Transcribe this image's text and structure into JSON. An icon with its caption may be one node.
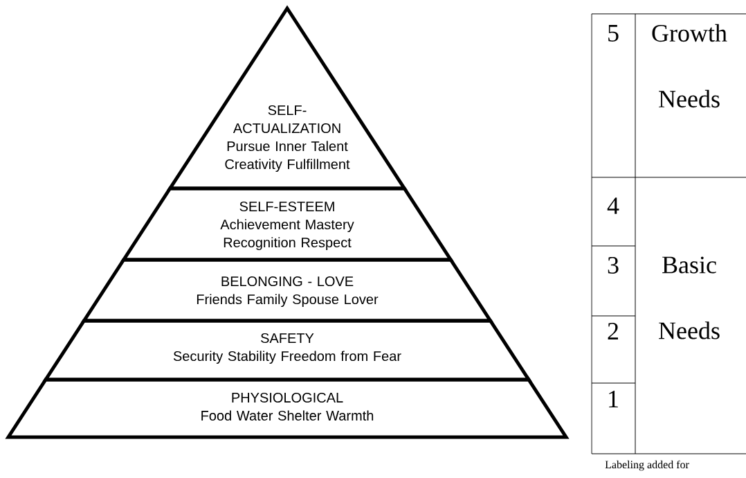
{
  "diagram": {
    "nodes": [
      {
        "text": [
          "SELF- ACTUALIZATION",
          "Pursue Inner Talent Creativity Fulfillment"
        ]
      },
      {
        "text": [
          "SELF-ESTEEM",
          "Achievement Mastery Recognition Respect"
        ]
      },
      {
        "text": [
          "BELONGING - LOVE",
          "Friends Family Spouse Lover"
        ]
      },
      {
        "text": [
          "SAFETY",
          "Security Stability Freedom from Fear"
        ]
      },
      {
        "text": [
          "PHYSIOLOGICAL",
          "Food Water Shelter Warmth"
        ]
      }
    ],
    "labels": [
      "5",
      "Growth Needs",
      "4",
      "3",
      "Basic Needs",
      "2",
      "1",
      "Labeling added for"
    ]
  }
}
